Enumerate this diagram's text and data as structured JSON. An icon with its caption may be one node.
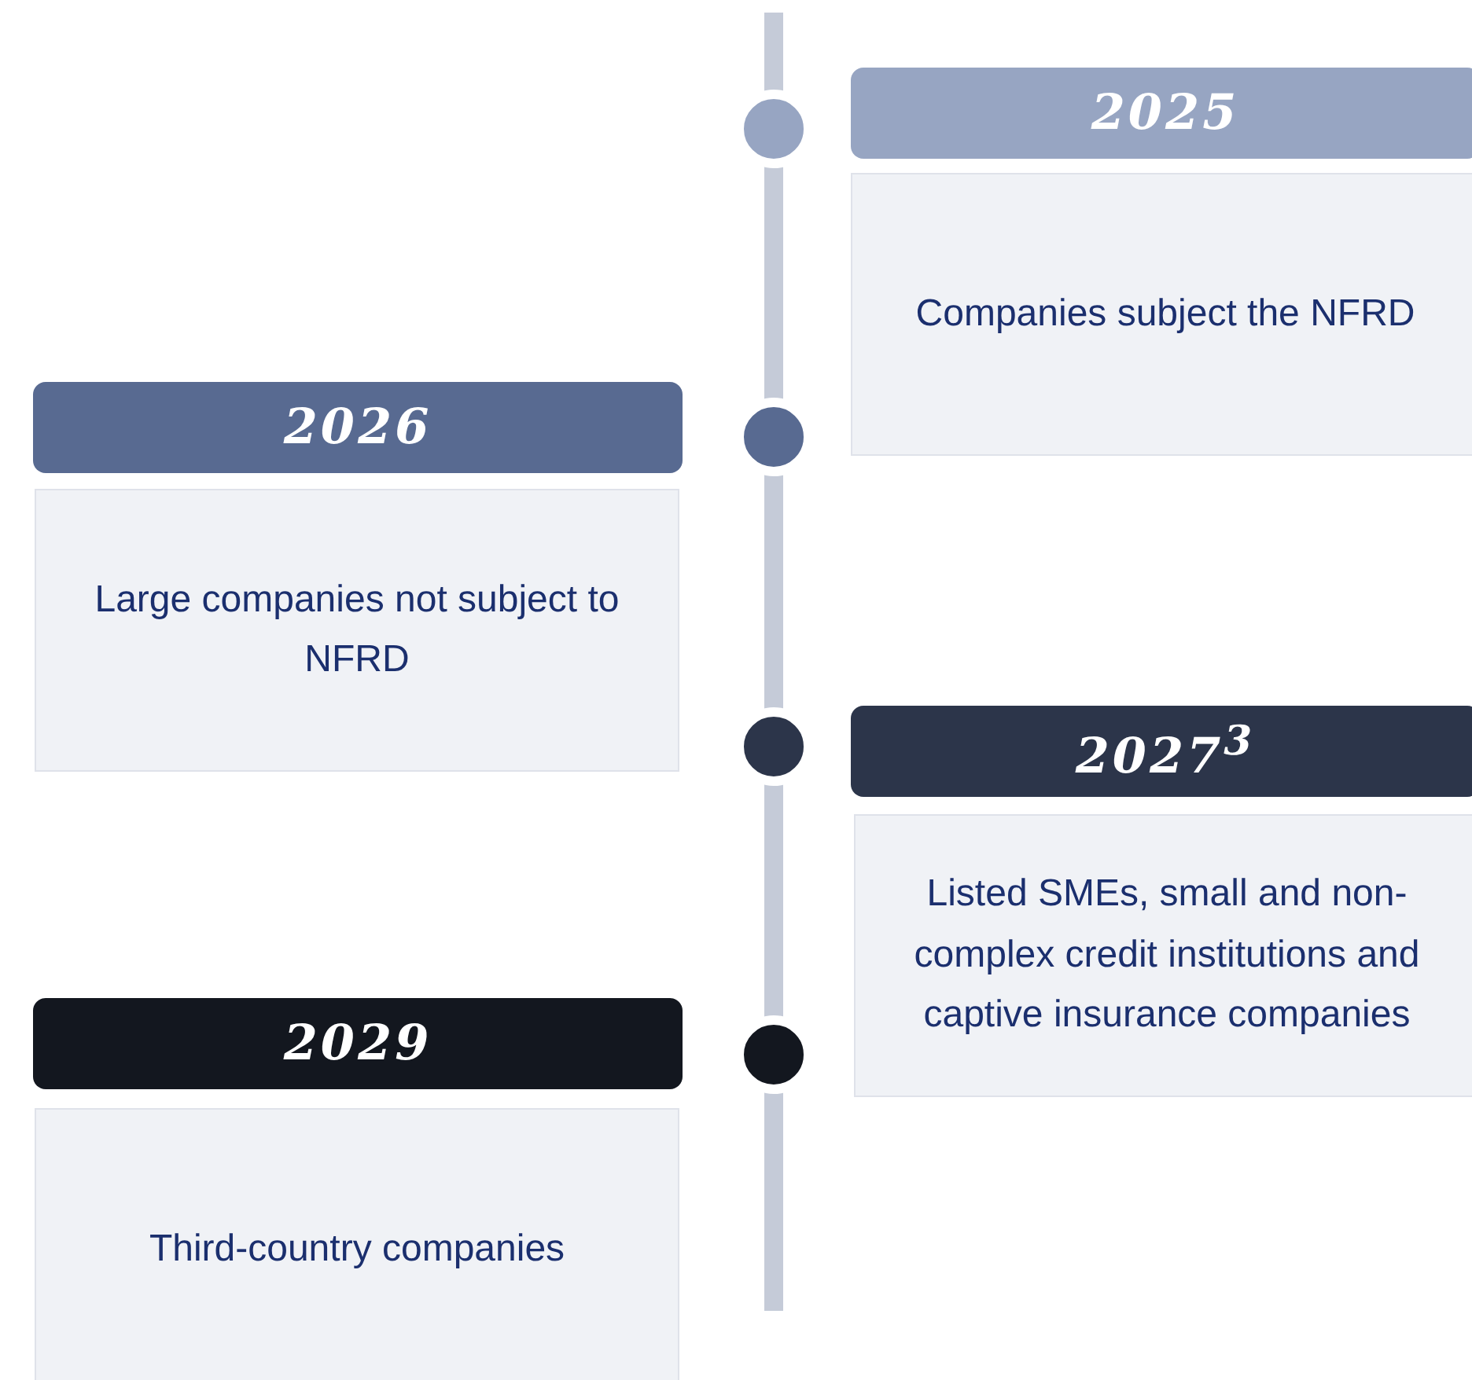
{
  "diagram": {
    "nodes": [
      {
        "text": [
          "2025"
        ]
      },
      {
        "text": [
          "Companies subject the NFRD"
        ]
      },
      {
        "text": [
          "2026"
        ]
      },
      {
        "text": [
          "Large companies not subject to NFRD"
        ]
      },
      {
        "text": [
          "2027$^{3}$"
        ]
      },
      {
        "text": [
          "Listed SMEs, small and non-complex credit institutions and captive insurance companies"
        ]
      },
      {
        "text": [
          "2029"
        ]
      },
      {
        "text": [
          "Third-country companies"
        ]
      }
    ]
  }
}
